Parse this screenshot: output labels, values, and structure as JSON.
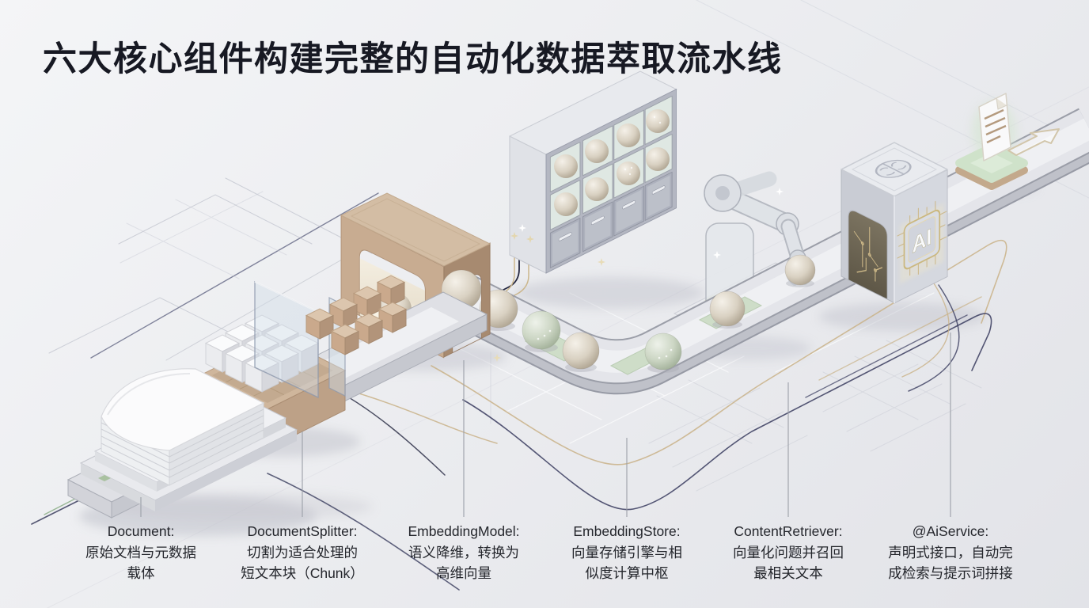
{
  "title": "六大核心组件构建完整的自动化数据萃取流水线",
  "pipeline": {
    "components": [
      {
        "id": "document",
        "lines": [
          "Document:",
          "原始文档与元数据",
          "载体"
        ]
      },
      {
        "id": "document-splitter",
        "lines": [
          "DocumentSplitter:",
          "切割为适合处理的",
          "短文本块（Chunk）"
        ]
      },
      {
        "id": "embedding-model",
        "lines": [
          "EmbeddingModel:",
          "语义降维，转换为",
          "高维向量"
        ]
      },
      {
        "id": "embedding-store",
        "lines": [
          "EmbeddingStore:",
          "向量存储引擎与相",
          "似度计算中枢"
        ]
      },
      {
        "id": "content-retriever",
        "lines": [
          "ContentRetriever:",
          "向量化问题并召回",
          "最相关文本"
        ]
      },
      {
        "id": "ai-service",
        "lines": [
          "@AiService:",
          "声明式接口，自动完",
          "成检索与提示词拼接"
        ]
      }
    ]
  },
  "scene": {
    "ai_chip_label": "AI",
    "stages": [
      "document-paper-stack",
      "splitter-gate-with-chunks",
      "embedding-model-archway",
      "embedding-store-cabinet",
      "retriever-robot-arm",
      "ai-service-chip-cube",
      "output-document-pad"
    ]
  },
  "colors": {
    "background": "#ecedf0",
    "title_text": "#171923",
    "label_text": "#24262c",
    "tan": "#c3a78c",
    "conveyor": "#e4e5e9",
    "accent_green": "#cdddc6",
    "line_navy": "#3a3d5e",
    "line_gold": "#c9b287",
    "leader_line": "#9ca0a9"
  }
}
